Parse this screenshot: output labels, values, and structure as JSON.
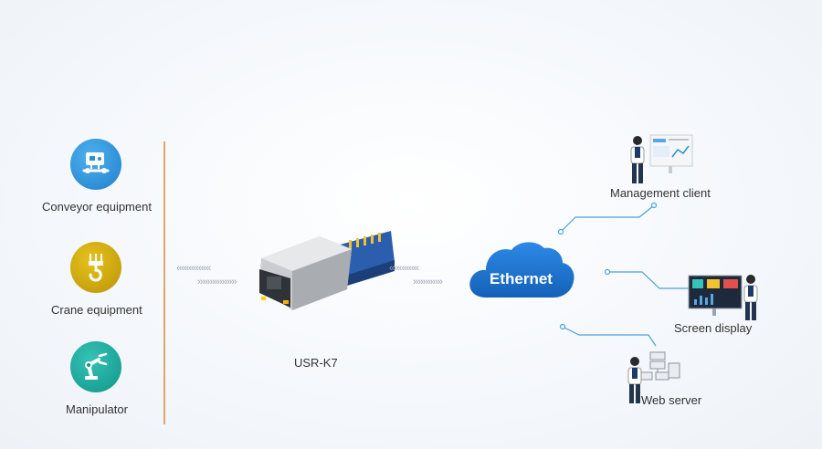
{
  "devices": [
    {
      "label": "Conveyor equipment",
      "icon": "conveyor-icon",
      "color": "#2b8fd6"
    },
    {
      "label": "Crane equipment",
      "icon": "crane-hook-icon",
      "color": "#c9a20e"
    },
    {
      "label": "Manipulator",
      "icon": "robot-arm-icon",
      "color": "#1aa59a"
    }
  ],
  "module": {
    "label": "USR-K7"
  },
  "cloud": {
    "label": "Ethernet",
    "color": "#1e78d2"
  },
  "clients": [
    {
      "label": "Management client"
    },
    {
      "label": "Screen display"
    },
    {
      "label": "Web server"
    }
  ],
  "colors": {
    "divider": "#e3a56b",
    "connector": "#4aa0dc"
  }
}
